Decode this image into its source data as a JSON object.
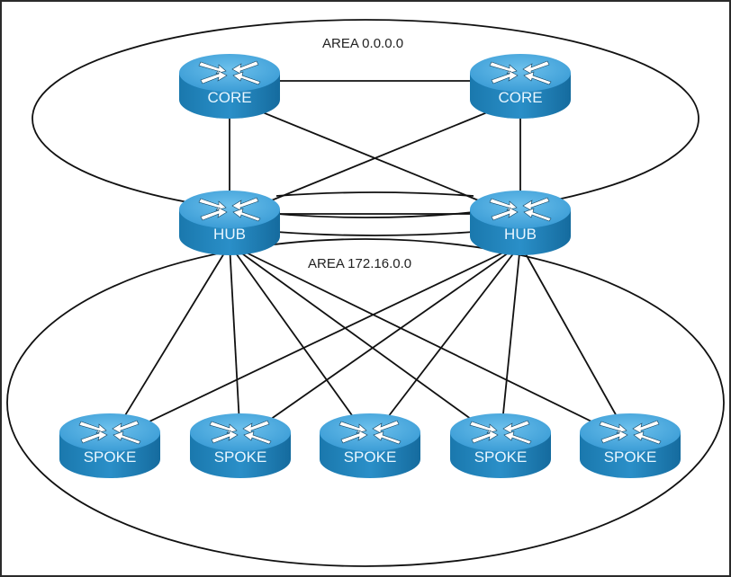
{
  "diagram": {
    "colors": {
      "router_top": "#4aa9df",
      "router_side": "#1c7fb8",
      "router_side_dark": "#146a9c",
      "link": "#111111",
      "area_outline": "#111111"
    },
    "areas": [
      {
        "id": "area0",
        "label": "AREA 0.0.0.0"
      },
      {
        "id": "area1",
        "label": "AREA 172.16.0.0"
      }
    ],
    "devices": [
      {
        "id": "core1",
        "type": "router",
        "label": "CORE",
        "area": "area0"
      },
      {
        "id": "core2",
        "type": "router",
        "label": "CORE",
        "area": "area0"
      },
      {
        "id": "hub1",
        "type": "router",
        "label": "HUB",
        "area": "area0/area1"
      },
      {
        "id": "hub2",
        "type": "router",
        "label": "HUB",
        "area": "area0/area1"
      },
      {
        "id": "spoke1",
        "type": "router",
        "label": "SPOKE",
        "area": "area1"
      },
      {
        "id": "spoke2",
        "type": "router",
        "label": "SPOKE",
        "area": "area1"
      },
      {
        "id": "spoke3",
        "type": "router",
        "label": "SPOKE",
        "area": "area1"
      },
      {
        "id": "spoke4",
        "type": "router",
        "label": "SPOKE",
        "area": "area1"
      },
      {
        "id": "spoke5",
        "type": "router",
        "label": "SPOKE",
        "area": "area1"
      }
    ],
    "links": [
      [
        "core1",
        "core2"
      ],
      [
        "core1",
        "hub1"
      ],
      [
        "core1",
        "hub2"
      ],
      [
        "core2",
        "hub1"
      ],
      [
        "core2",
        "hub2"
      ],
      [
        "hub1",
        "hub2"
      ],
      [
        "hub1",
        "hub2"
      ],
      [
        "hub1",
        "hub2"
      ],
      [
        "hub1",
        "spoke1"
      ],
      [
        "hub1",
        "spoke2"
      ],
      [
        "hub1",
        "spoke3"
      ],
      [
        "hub1",
        "spoke4"
      ],
      [
        "hub1",
        "spoke5"
      ],
      [
        "hub2",
        "spoke1"
      ],
      [
        "hub2",
        "spoke2"
      ],
      [
        "hub2",
        "spoke3"
      ],
      [
        "hub2",
        "spoke4"
      ],
      [
        "hub2",
        "spoke5"
      ]
    ]
  }
}
